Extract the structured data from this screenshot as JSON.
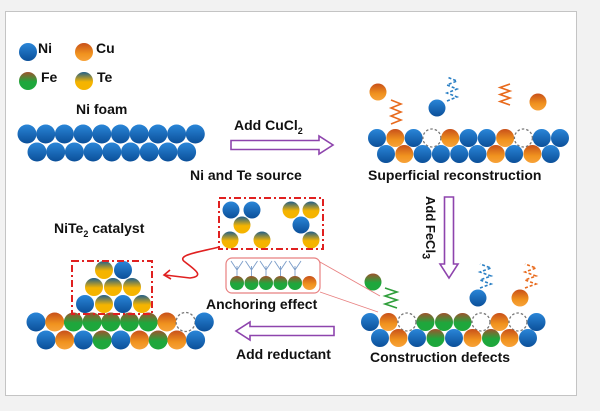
{
  "legend": [
    {
      "symbol": "Ni",
      "color_top": "#1565b8",
      "color_bottom": "#0b4f99"
    },
    {
      "symbol": "Cu",
      "color_top": "#c8501a",
      "color_bottom": "#f0921e"
    },
    {
      "symbol": "Fe",
      "color_top": "#a0522d",
      "color_bottom": "#1ea73c"
    },
    {
      "symbol": "Te",
      "color_top": "#1f5f8b",
      "color_bottom": "#f5b400"
    }
  ],
  "labels": {
    "ni_foam": "Ni foam",
    "add_cucl2": "Add CuCl",
    "add_cucl2_sub": "2",
    "ni_te_source": "Ni and Te source",
    "superficial_reconstruction": "Superficial reconstruction",
    "add_fecl3": "Add FeCl",
    "add_fecl3_sub": "3",
    "nite2_catalyst_pre": "NiTe",
    "nite2_catalyst_sub": "2",
    "nite2_catalyst_post": " catalyst",
    "anchoring_effect": "Anchoring effect",
    "add_reductant": "Add reductant",
    "construction_defects": "Construction defects"
  },
  "stages": {
    "ni_foam": {
      "top_row": [
        "Ni",
        "Ni",
        "Ni",
        "Ni",
        "Ni",
        "Ni",
        "Ni",
        "Ni",
        "Ni",
        "Ni"
      ],
      "bottom_row": [
        "Ni",
        "Ni",
        "Ni",
        "Ni",
        "Ni",
        "Ni",
        "Ni",
        "Ni",
        "Ni"
      ]
    },
    "superficial_reconstruction": {
      "top_row": [
        "Ni",
        "Cu",
        "Ni",
        "vacancy",
        "Cu",
        "Ni",
        "Ni",
        "Cu",
        "vacancy",
        "Ni",
        "Ni"
      ],
      "bottom_row": [
        "Ni",
        "Cu",
        "Ni",
        "Ni",
        "Ni",
        "Ni",
        "Cu",
        "Ni",
        "Cu",
        "Ni"
      ],
      "released": [
        "Cu",
        "Ni",
        "Cu"
      ]
    },
    "construction_defects": {
      "top_row": [
        "Ni",
        "Cu",
        "vacancy",
        "Fe",
        "Fe",
        "Fe",
        "vacancy",
        "Cu",
        "vacancy",
        "Ni"
      ],
      "bottom_row": [
        "Ni",
        "Cu",
        "Ni",
        "Fe",
        "Ni",
        "Cu",
        "Fe",
        "Cu",
        "Ni"
      ],
      "released": [
        "Fe",
        "Ni",
        "Cu"
      ]
    },
    "nite2_catalyst": {
      "pyramid": [
        [
          "Te",
          "Ni"
        ],
        [
          "Te",
          "Te",
          "Te"
        ],
        [
          "Ni",
          "Te",
          "Ni",
          "Te"
        ]
      ],
      "top_row": [
        "Ni",
        "Cu",
        "Fe",
        "Fe",
        "Fe",
        "Fe",
        "Fe",
        "Cu",
        "vacancy",
        "Ni"
      ],
      "bottom_row": [
        "Ni",
        "Cu",
        "Ni",
        "Fe",
        "Ni",
        "Cu",
        "Fe",
        "Cu",
        "Ni"
      ]
    },
    "source_box": [
      "Ni",
      "Ni",
      "Te",
      "Te",
      "Te",
      "Ni",
      "Te",
      "Te",
      "Te"
    ],
    "anchoring_box": [
      "Fe",
      "Fe",
      "Fe",
      "Fe",
      "Fe",
      "Cu"
    ]
  },
  "colors": {
    "arrow": "#8e44ad",
    "dash_box": "#e02020",
    "anchor_box": "#e88080",
    "vacancy": "#777777",
    "wave_cu": "#e86a1c",
    "wave_ni": "#2a7fc4",
    "wave_fe": "#2e9e3a"
  }
}
